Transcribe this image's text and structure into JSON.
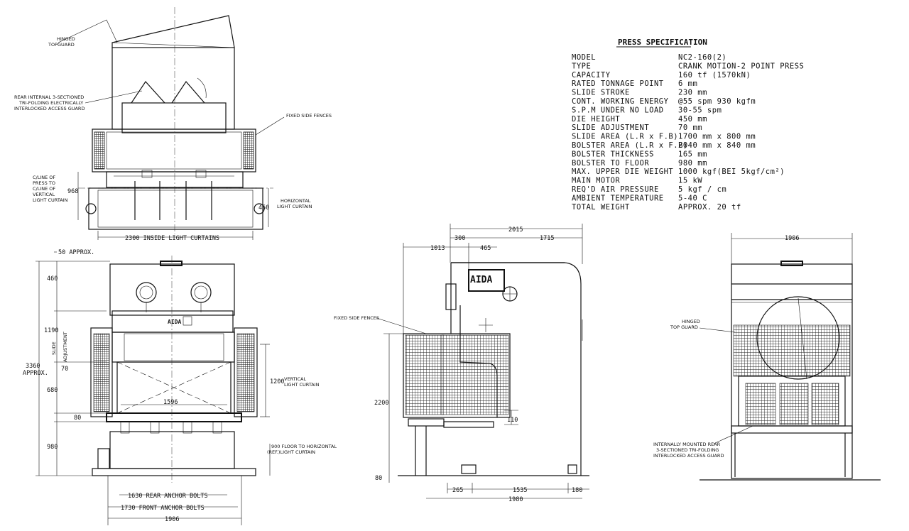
{
  "spec": {
    "title": "PRESS SPECIFICATION",
    "rows": [
      {
        "label": "MODEL",
        "value": "NC2-160(2)"
      },
      {
        "label": "TYPE",
        "value": "CRANK MOTION-2 POINT PRESS"
      },
      {
        "label": "CAPACITY",
        "value": "160 tf (1570kN)"
      },
      {
        "label": "RATED TONNAGE POINT",
        "value": "6 mm"
      },
      {
        "label": "SLIDE STROKE",
        "value": "230 mm"
      },
      {
        "label": "CONT. WORKING ENERGY",
        "value": "@55 spm 930 kgfm"
      },
      {
        "label": "S.P.M UNDER NO LOAD",
        "value": "30-55 spm"
      },
      {
        "label": "DIE HEIGHT",
        "value": "450 mm"
      },
      {
        "label": "SLIDE ADJUSTMENT",
        "value": "70 mm"
      },
      {
        "label": "SLIDE AREA (L.R x F.B)",
        "value": "1700 mm x 800 mm"
      },
      {
        "label": "BOLSTER AREA (L.R x F.B)",
        "value": "2040 mm x 840 mm"
      },
      {
        "label": "BOLSTER THICKNESS",
        "value": "165 mm"
      },
      {
        "label": "BOLSTER TO FLOOR",
        "value": "980 mm"
      },
      {
        "label": "MAX. UPPER DIE WEIGHT",
        "value": "1000 kgf(BEI 5kgf/cm²)"
      },
      {
        "label": "MAIN MOTOR",
        "value": "15 kW"
      },
      {
        "label": "REQ'D AIR PRESSURE",
        "value": "5 kgf / cm"
      },
      {
        "label": "AMBIENT TEMPERATURE",
        "value": "5-40 C"
      },
      {
        "label": "TOTAL WEIGHT",
        "value": "APPROX. 20 tf"
      }
    ]
  },
  "plan_view": {
    "hinged_topguard": [
      "HINGED",
      "TOPGUARD"
    ],
    "rear_guard": [
      "REAR INTERNAL 3-SECTIONED",
      "TRI-FOLDING ELECTRICALLY",
      "INTERLOCKED ACCESS GUARD"
    ],
    "fixed_side_fences": "FIXED SIDE FENCES",
    "cline": [
      "C/LINE OF",
      "PRESS TO",
      "C/LINE OF",
      "VERTICAL",
      "LIGHT CURTAIN"
    ],
    "dim_968": "968",
    "dim_450": "450",
    "horizontal_curtain": [
      "HORIZONTAL",
      "LIGHT CURTAIN"
    ],
    "inside_curtains": "2300 INSIDE LIGHT CURTAINS"
  },
  "front_view": {
    "approx": "50 APPROX.",
    "d460": "460",
    "d1190": "1190",
    "slide_adj": [
      "SLIDE",
      "ADJUSTMENT"
    ],
    "d3360": [
      "3360",
      "APPROX."
    ],
    "d70": "70",
    "d680": "680",
    "d80": "80",
    "d980": "980",
    "d1596": "1596",
    "brand": "AIDA",
    "d1200": "1200",
    "vertical_curtain": [
      "VERTICAL",
      "LIGHT CURTAIN"
    ],
    "floor_note": [
      "900 FLOOR TO HORIZONTAL",
      "(REF.)LIGHT CURTAIN"
    ],
    "rear_anchor": "1630 REAR ANCHOR BOLTS",
    "front_anchor": "1730 FRONT ANCHOR BOLTS",
    "d1906": "1906"
  },
  "side_view": {
    "d2015": "2015",
    "d300": "300",
    "d1715": "1715",
    "d1013": "1013",
    "d465": "465",
    "brand": "AIDA",
    "fixed_side_fences": "FIXED SIDE FENCES",
    "d2200": "2200",
    "d110": "110",
    "d80": "80",
    "d265": "265",
    "d1535": "1535",
    "d180": "180",
    "d1980": "1980"
  },
  "rear_view": {
    "d1906": "1906",
    "hinged": [
      "HINGED",
      "TOP GUARD"
    ],
    "internal": [
      "INTERNALLY MOUNTED REAR",
      "3-SECTIONED TRI-FOLDING",
      "INTERLOCKED ACCESS GUARD"
    ]
  }
}
